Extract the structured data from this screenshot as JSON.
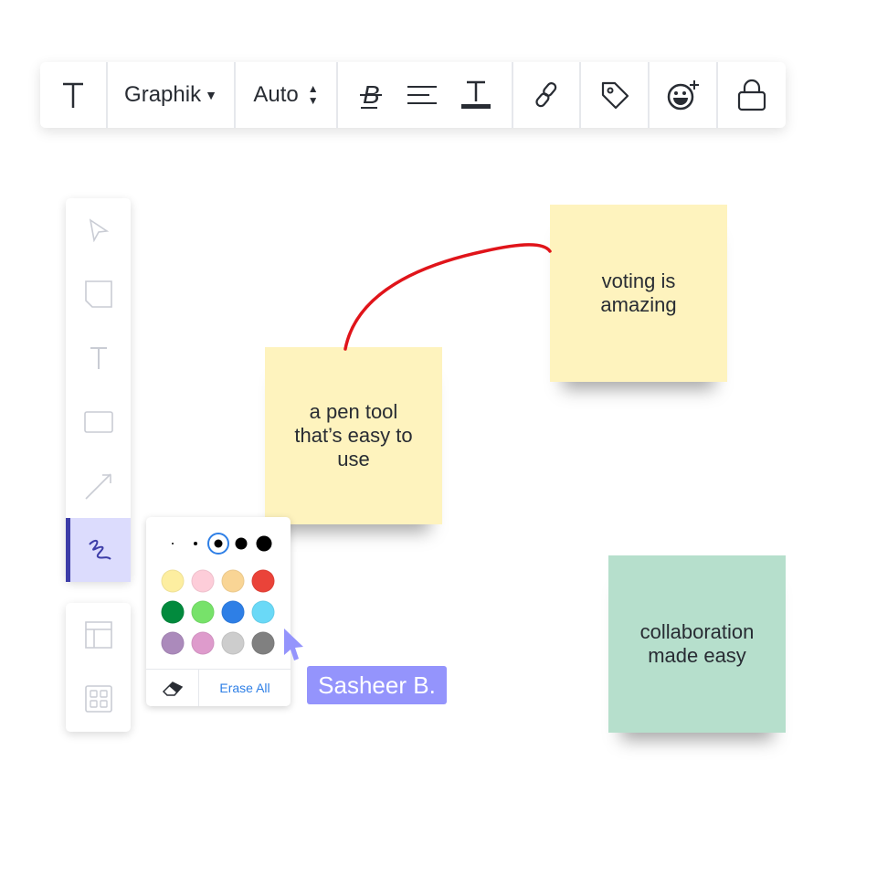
{
  "toolbar": {
    "font": "Graphik",
    "size": "Auto"
  },
  "palette": {
    "colors": [
      "#fdeea0",
      "#fdcdd9",
      "#f9d595",
      "#ea4339",
      "#028a3d",
      "#77e26a",
      "#2e7fe6",
      "#6ad9f7",
      "#ab8abb",
      "#de9bcc",
      "#cdcdcd",
      "#808080"
    ],
    "erase_all": "Erase All"
  },
  "stickies": [
    {
      "text": "a pen tool that’s easy to use",
      "color": "#fef3be"
    },
    {
      "text": "voting is amazing",
      "color": "#fef3be"
    },
    {
      "text": "collaboration made easy",
      "color": "#b6dfcc"
    }
  ],
  "cursor": {
    "name": "Sasheer B.",
    "color": "#9494fc"
  },
  "pen_color": "#e0141a"
}
